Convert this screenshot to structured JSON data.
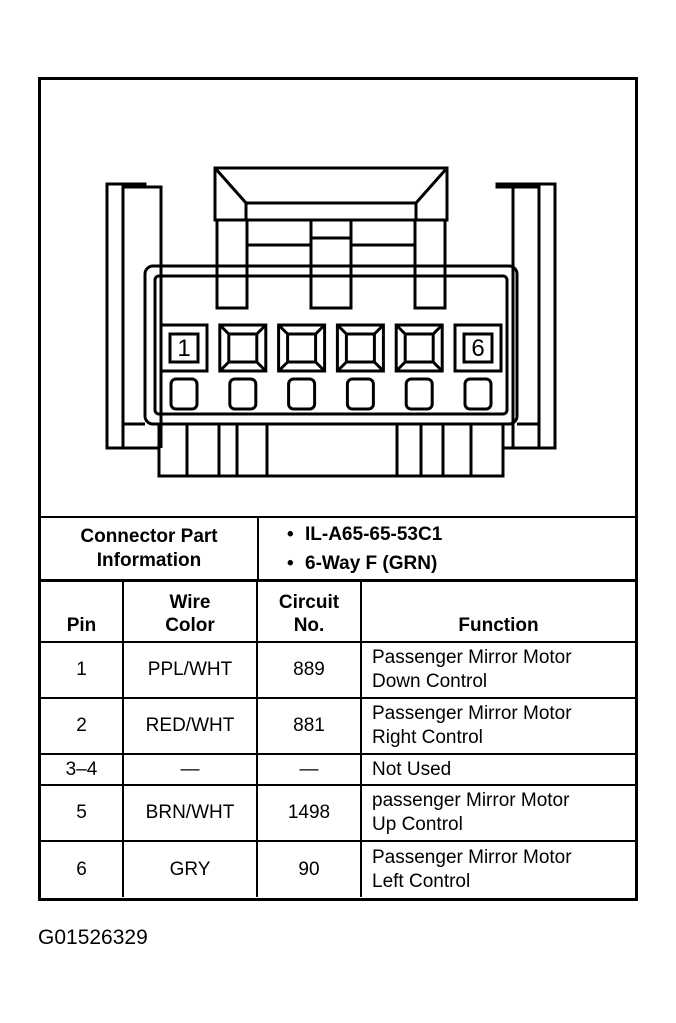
{
  "connector": {
    "pin_labels": [
      "1",
      "6"
    ]
  },
  "info": {
    "label_line1": "Connector Part",
    "label_line2": "Information",
    "part_number": "IL-A65-65-53C1",
    "type": "6-Way F (GRN)"
  },
  "table": {
    "headers": {
      "pin": "Pin",
      "wire_line1": "Wire",
      "wire_line2": "Color",
      "circuit_line1": "Circuit",
      "circuit_line2": "No.",
      "function": "Function"
    },
    "rows": [
      {
        "pin": "1",
        "wire": "PPL/WHT",
        "circuit": "889",
        "function_line1": "Passenger Mirror Motor",
        "function_line2": "Down Control"
      },
      {
        "pin": "2",
        "wire": "RED/WHT",
        "circuit": "881",
        "function_line1": "Passenger Mirror Motor",
        "function_line2": "Right Control"
      },
      {
        "pin": "3–4",
        "wire": "—",
        "circuit": "—",
        "function_line1": "Not Used",
        "function_line2": ""
      },
      {
        "pin": "5",
        "wire": "BRN/WHT",
        "circuit": "1498",
        "function_line1": "passenger Mirror Motor",
        "function_line2": "Up Control"
      },
      {
        "pin": "6",
        "wire": "GRY",
        "circuit": "90",
        "function_line1": "Passenger Mirror Motor",
        "function_line2": "Left Control"
      }
    ]
  },
  "caption": "G01526329"
}
